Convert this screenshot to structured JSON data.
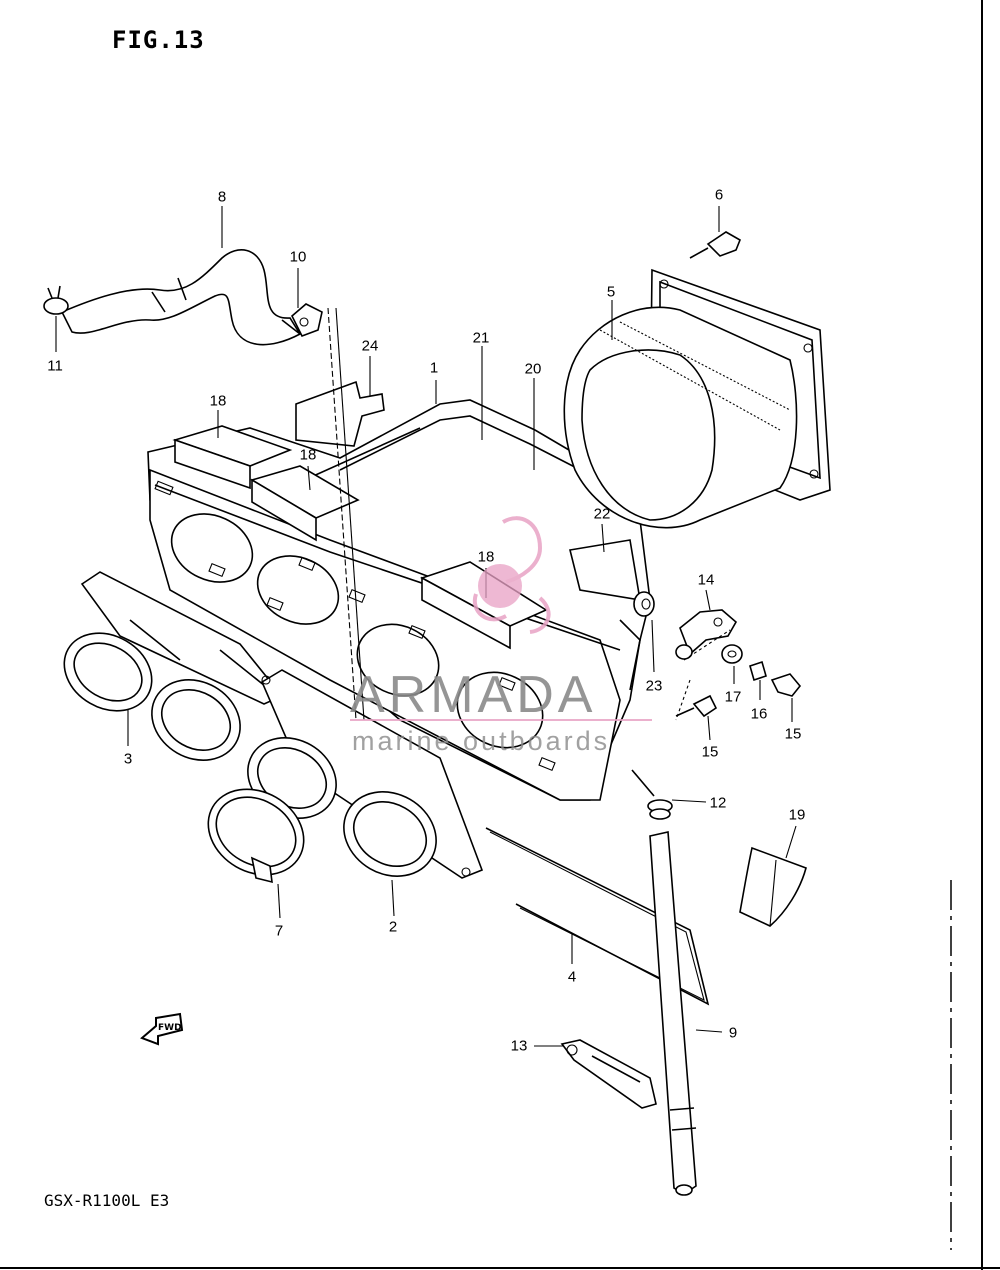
{
  "figure_title": "FIG.13",
  "model": "GSX-R1100L E3",
  "fwd_label": "FWD",
  "watermark": {
    "brand": "ARMADA",
    "tagline": "marine outboards",
    "color": "#e8a2c4"
  },
  "callouts": [
    {
      "id": "c1",
      "label": "1"
    },
    {
      "id": "c2",
      "label": "2"
    },
    {
      "id": "c3",
      "label": "3"
    },
    {
      "id": "c4",
      "label": "4"
    },
    {
      "id": "c5",
      "label": "5"
    },
    {
      "id": "c6",
      "label": "6"
    },
    {
      "id": "c7",
      "label": "7"
    },
    {
      "id": "c8",
      "label": "8"
    },
    {
      "id": "c9",
      "label": "9"
    },
    {
      "id": "c10",
      "label": "10"
    },
    {
      "id": "c11",
      "label": "11"
    },
    {
      "id": "c12",
      "label": "12"
    },
    {
      "id": "c13",
      "label": "13"
    },
    {
      "id": "c14",
      "label": "14"
    },
    {
      "id": "c15a",
      "label": "15"
    },
    {
      "id": "c15b",
      "label": "15"
    },
    {
      "id": "c16",
      "label": "16"
    },
    {
      "id": "c17",
      "label": "17"
    },
    {
      "id": "c18a",
      "label": "18"
    },
    {
      "id": "c18b",
      "label": "18"
    },
    {
      "id": "c18c",
      "label": "18"
    },
    {
      "id": "c19",
      "label": "19"
    },
    {
      "id": "c20",
      "label": "20"
    },
    {
      "id": "c21",
      "label": "21"
    },
    {
      "id": "c22",
      "label": "22"
    },
    {
      "id": "c23",
      "label": "23"
    },
    {
      "id": "c24",
      "label": "24"
    }
  ]
}
